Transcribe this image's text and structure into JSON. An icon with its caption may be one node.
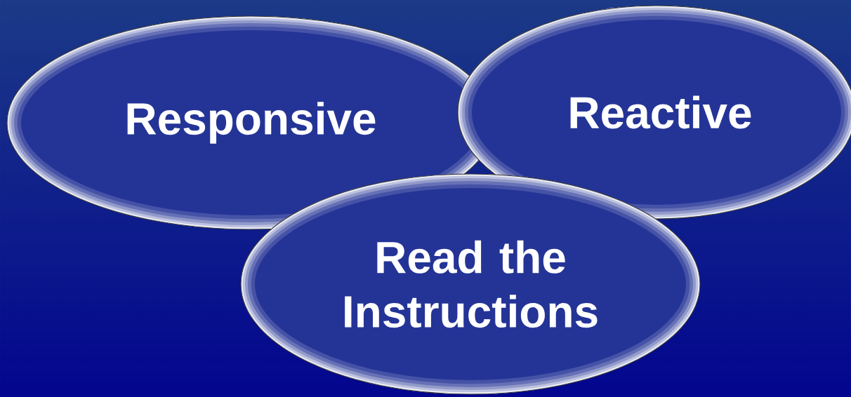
{
  "diagram": {
    "nodes": [
      {
        "text": [
          "Responsive"
        ]
      },
      {
        "text": [
          "Reactive"
        ]
      },
      {
        "text": [
          "Read the Instructions"
        ]
      }
    ]
  }
}
